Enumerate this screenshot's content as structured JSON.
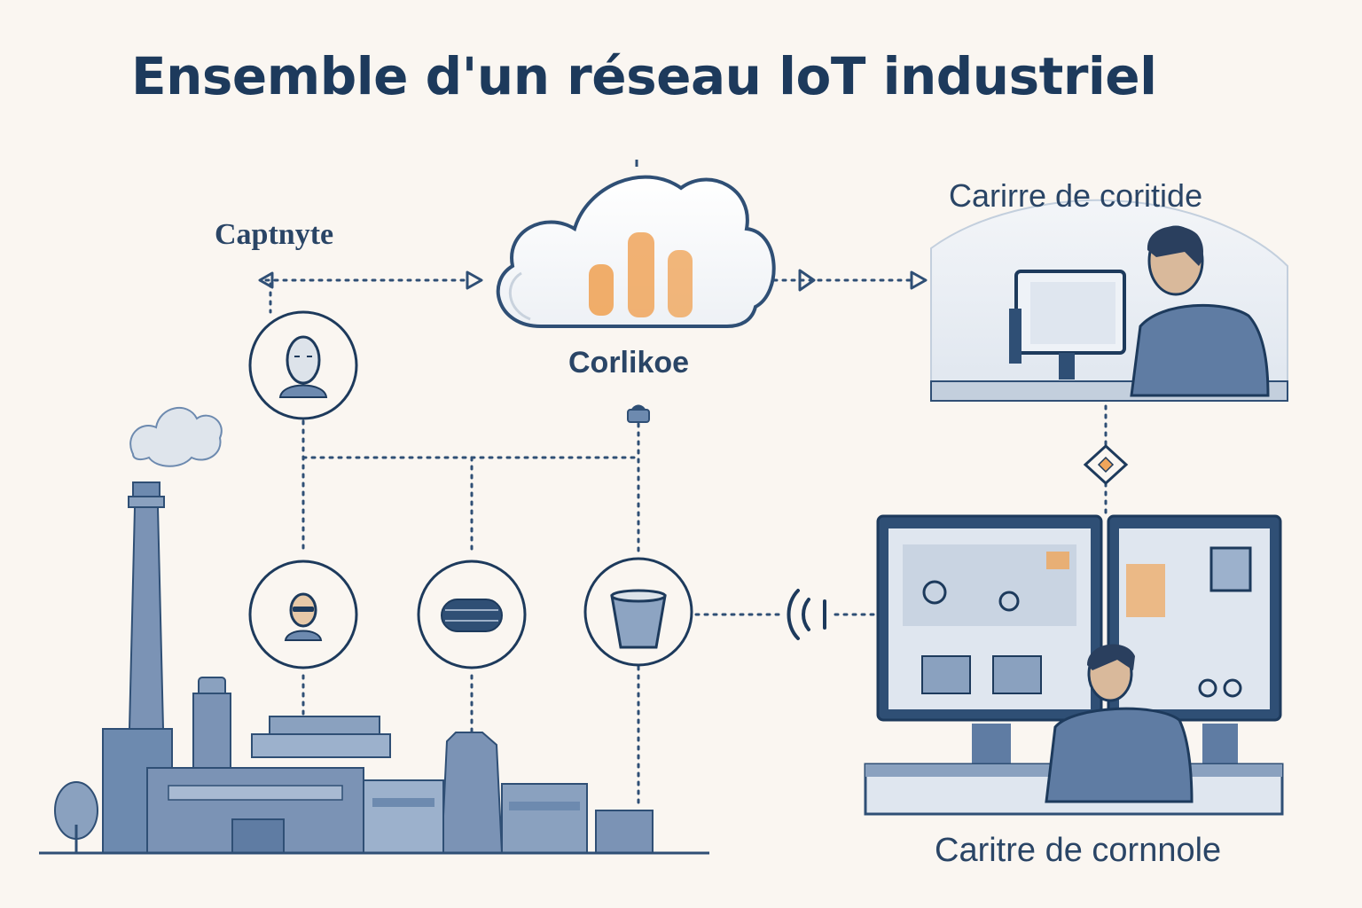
{
  "title": "Ensemble d'un réseau loT industriel",
  "labels": {
    "sensor": "Captnyte",
    "cloud": "Corlikoe",
    "control_top": "Carirre de coritide",
    "control_bottom": "Caritre de cornnole"
  },
  "colors": {
    "ink": "#1d3a5c",
    "line": "#2f4f75",
    "fill_blue": "#6d8aaf",
    "accent": "#f0a55a",
    "background": "#faf6f1"
  },
  "icons": [
    "sensor-person-icon",
    "sensor-person-small-icon",
    "sensor-disc-icon",
    "sensor-cup-icon",
    "wireless-signal-icon",
    "router-diamond-icon"
  ]
}
